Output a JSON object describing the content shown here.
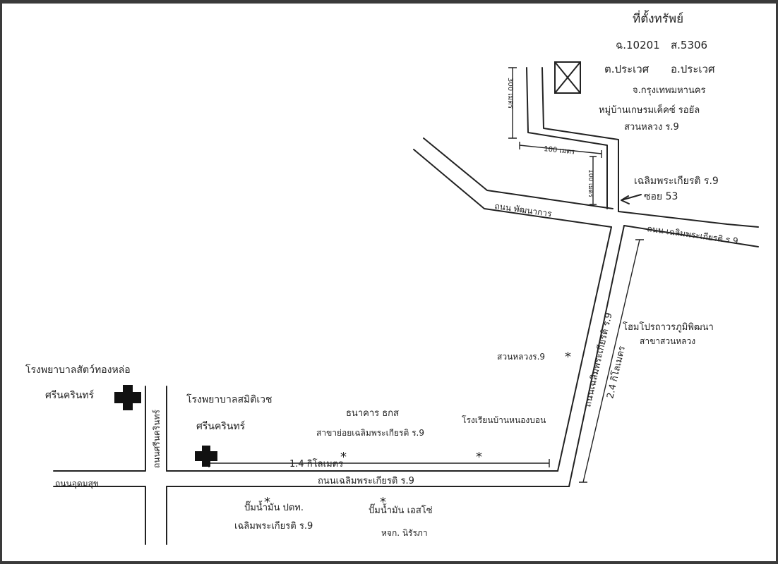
{
  "address": {
    "title": "ที่ตั้งทรัพย์",
    "deed": "ฉ.10201",
    "land_no": "ส.5306",
    "subdistrict": "ต.ประเวศ",
    "district": "อ.ประเวศ",
    "province": "จ.กรุงเทพมหานคร",
    "village": "หมู่บ้านเกษรมเค็คซ์ รอยัล",
    "area": "สวนหลวง ร.9"
  },
  "roads": {
    "pattanakarn": "ถนน พัฒนาการ",
    "chaloem_upper": "ถนน เฉลิมพระเกียรติ ร.9",
    "chaloem_vertical": "ถนนเฉลิมพระเกียรติ ร.9",
    "chaloem_main": "ถนนเฉลิมพระเกียรติ ร.9",
    "srinagarindra": "ถนนศรีนครินทร์",
    "udomsuk": "ถนนอุดมสุข",
    "soi_label_line1": "เฉลิมพระเกียรติ ร.9",
    "soi_label_line2": "ซอย 53"
  },
  "landmarks": {
    "hospital_1_line1": "โรงพยาบาลสัตว์ทองหล่อ",
    "hospital_1_line2": "ศรีนครินทร์",
    "hospital_2_line1": "โรงพยาบาลสมิติเวช",
    "hospital_2_line2": "ศรีนครินทร์",
    "bank_line1": "ธนาคาร ธกส",
    "bank_line2": "สาขาย่อยเฉลิมพระเกียรติ ร.9",
    "school": "โรงเรียนบ้านหนองบอน",
    "park": "สวนหลวงร.9",
    "homepro_line1": "โฮมโปรถาวรภูมิพิฒนา",
    "homepro_line2": "สาขาสวนหลวง",
    "ptt_line1": "ปั๊มน้ำมัน ปตท.",
    "ptt_line2": "เฉลิมพระเกียรติ ร.9",
    "esso_line1": "ปั๊มน้ำมัน เอสโซ่",
    "esso_line2": "หจก. นิรัรภา"
  },
  "distances": {
    "top_left": "300 เมตร",
    "top_mid": "100 เมตร",
    "top_small": "100 เมตร",
    "right": "2.4 กิโลเมตร",
    "bottom": "1.4 กิโลเมตร"
  },
  "symbols": {
    "property": "property-x-box",
    "hospital": "hospital-cross",
    "landmark": "asterisk"
  }
}
